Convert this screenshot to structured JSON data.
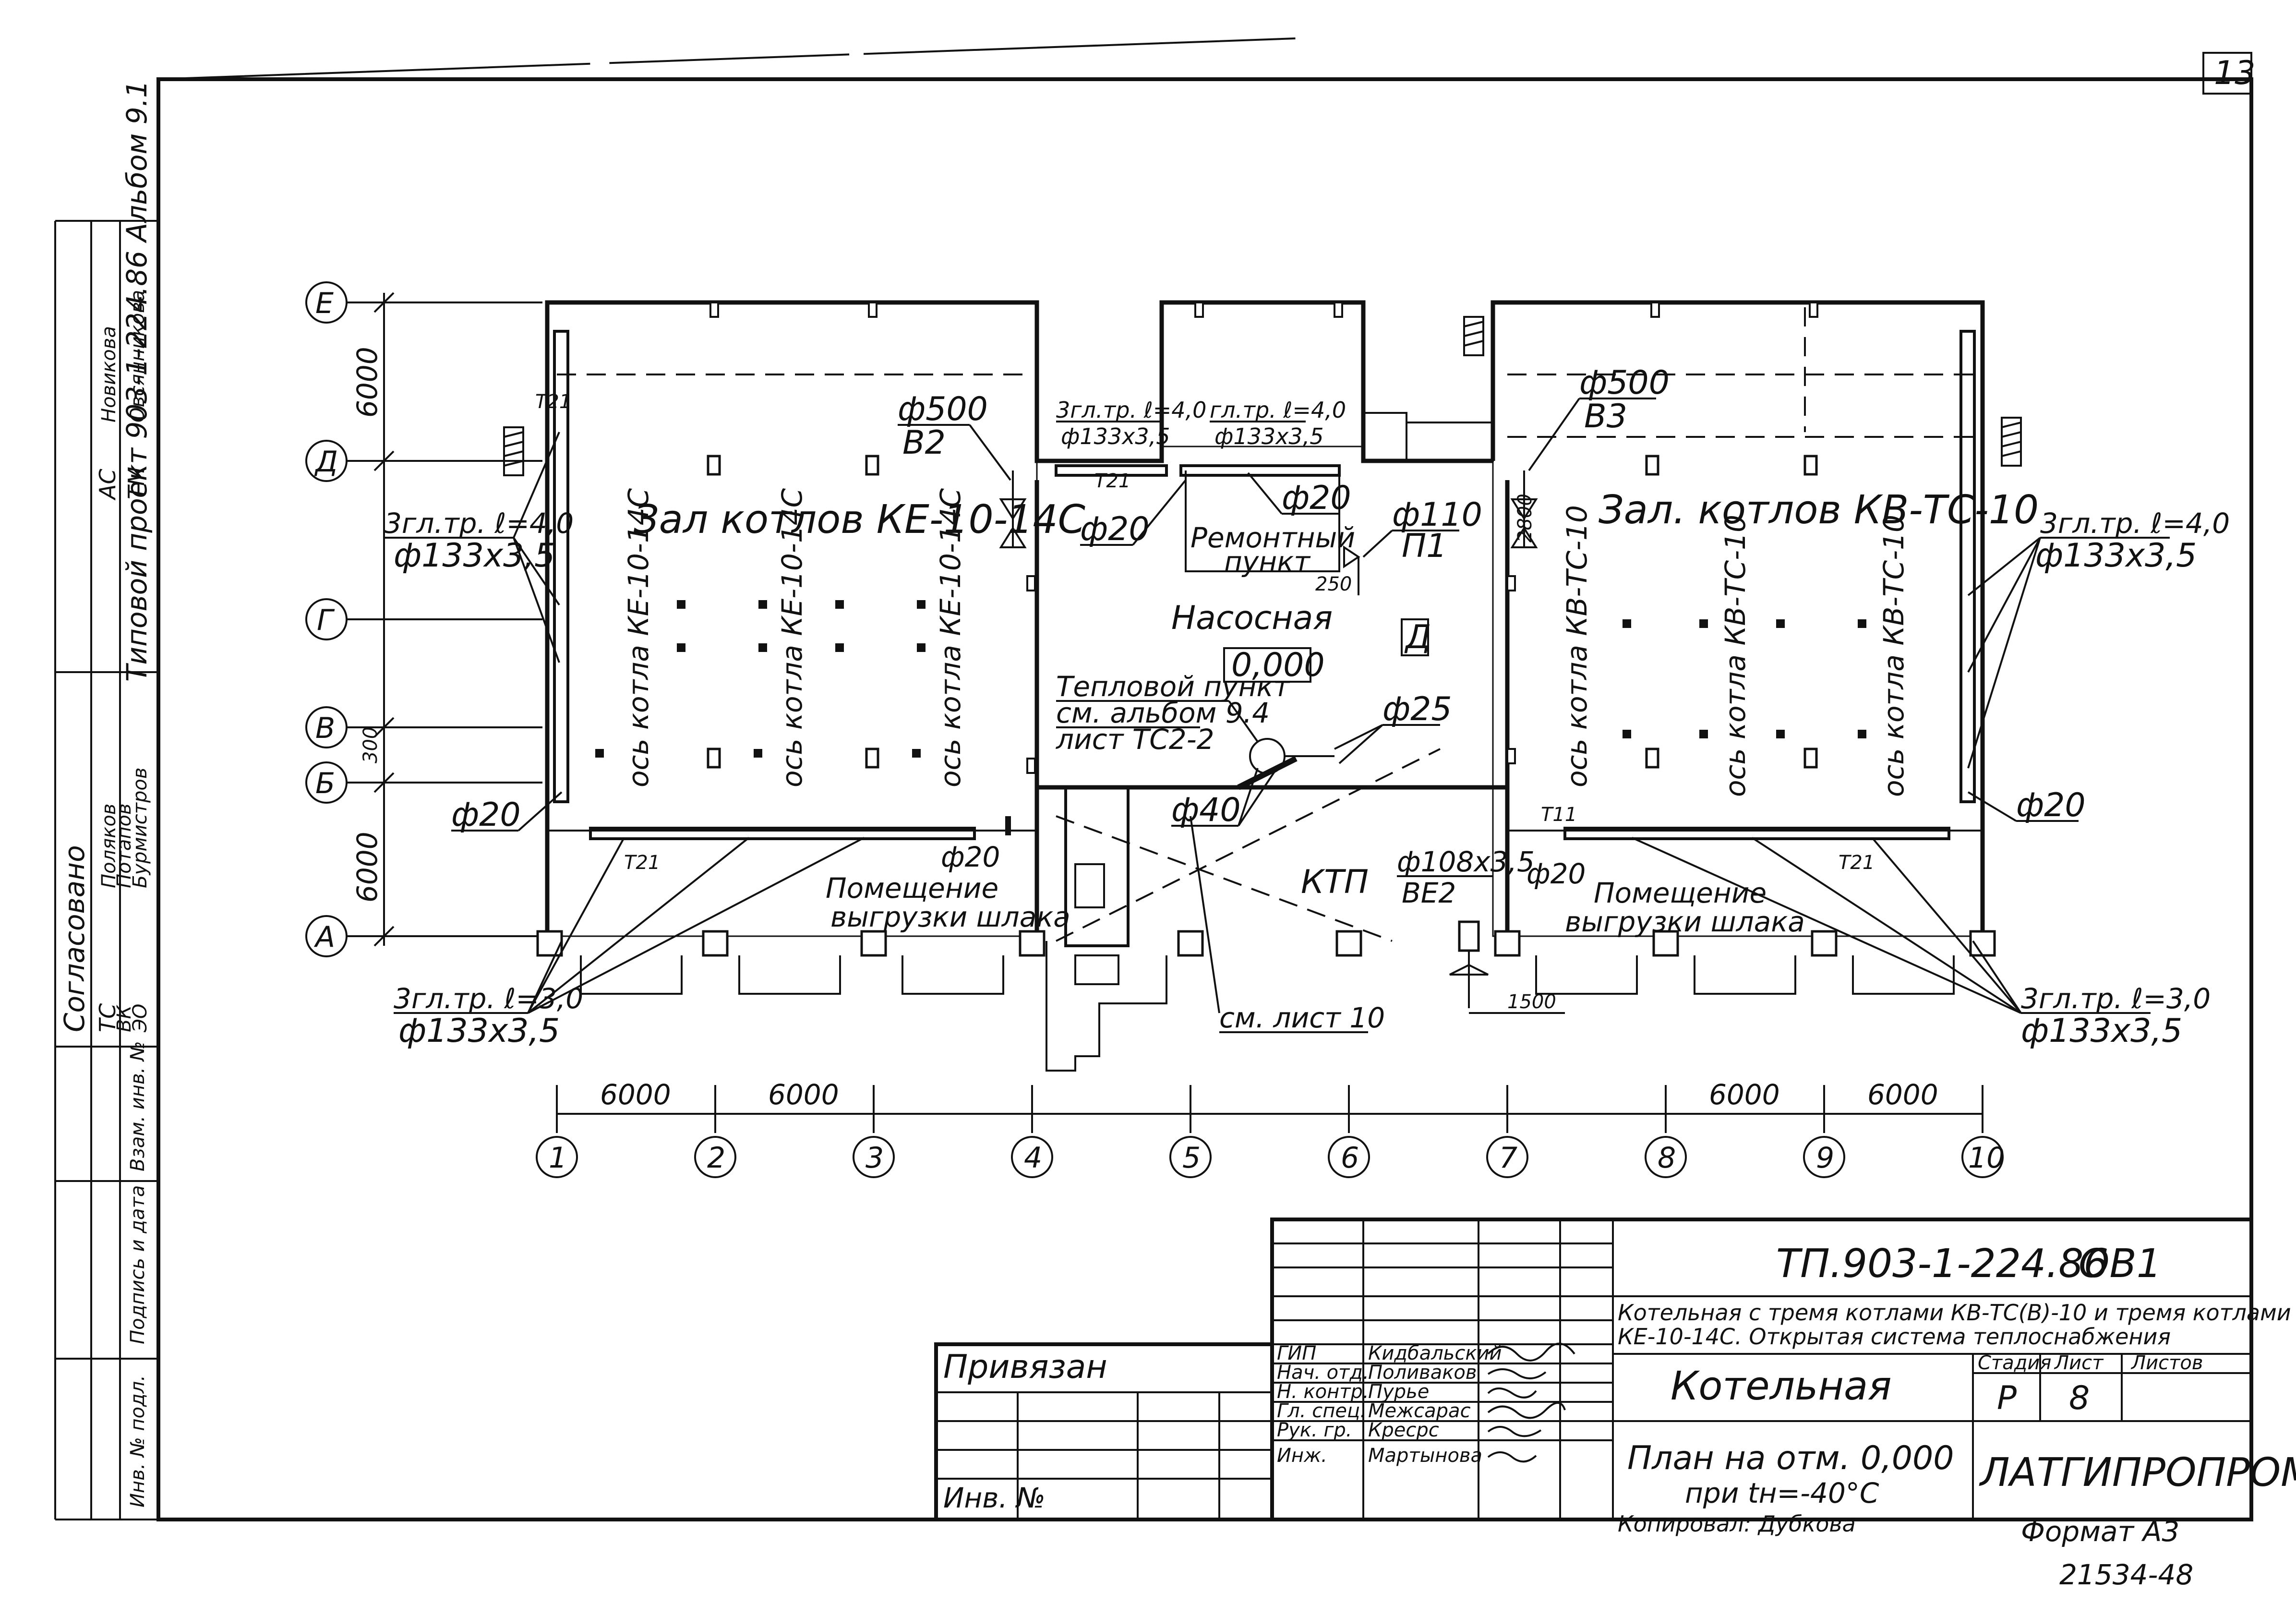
{
  "sheet": {
    "number": "13",
    "side_stamp": "Типовой проект 903-1-224.86 Альбом 9.1",
    "side_agreement": "Согласовано",
    "side_rows": [
      "АС",
      "ТМ",
      "ТС",
      "ВК",
      "ЭО"
    ],
    "side_names": [
      "Новикова",
      "Овсянникова",
      "Поляков",
      "Потапов",
      "Бурмистров"
    ],
    "side_inv": [
      "Инв. № подл.",
      "Подпись и дата",
      "Взам. инв. №"
    ]
  },
  "axes": {
    "rows": [
      "Е",
      "Д",
      "Г",
      "В",
      "Б",
      "А"
    ],
    "cols": [
      "1",
      "2",
      "3",
      "4",
      "5",
      "6",
      "7",
      "8",
      "9",
      "10"
    ],
    "dims_left": [
      "6000",
      "300",
      "6000"
    ],
    "dims_bottom": [
      "6000",
      "6000",
      "6000",
      "6000"
    ]
  },
  "rooms": {
    "left_hall": "Зал котлов КЕ-10-14С",
    "right_hall": "Зал. котлов КВ-ТС-10",
    "pump": "Насосная",
    "repair": [
      "Ремонтный",
      "пункт"
    ],
    "ktp": "КТП",
    "slag_left": [
      "Помещение",
      "выгрузки шлака"
    ],
    "slag_right": [
      "Помещение",
      "выгрузки шлака"
    ],
    "level": "0,000",
    "room_tag": "Д"
  },
  "boiler_axes": {
    "left": [
      "ось котла КЕ-10-14С",
      "ось котла КЕ-10-14С",
      "ось котла КЕ-10-14С"
    ],
    "right": [
      "ось котла КВ-ТС-10",
      "ось котла КВ-ТС-10",
      "ось котла КВ-ТС-10"
    ]
  },
  "annotations": {
    "heat_point": [
      "Тепловой пункт",
      "см. альбом 9.4",
      "лист ТС2-2"
    ],
    "see_sheet": "см. лист 10",
    "v2": [
      "ф500",
      "В2"
    ],
    "v3": [
      "ф500",
      "В3"
    ],
    "p1": [
      "ф110",
      "П1"
    ],
    "ve2": [
      "ф108х3,5",
      "ВЕ2"
    ],
    "f25": "ф25",
    "f40": "ф40",
    "f20": "ф20",
    "t21": "Т21",
    "t11": "Т11",
    "dim_250": "250",
    "dim_2800": "2800",
    "dim_1500": "1500",
    "reg_left_top": [
      "3гл.тр. ℓ=4,0",
      "ф133х3,5"
    ],
    "reg_right_top": [
      "3гл.тр. ℓ=4,0",
      "ф133х3,5"
    ],
    "reg_left_bottom": [
      "3гл.тр. ℓ=3,0",
      "ф133х3,5"
    ],
    "reg_right_bottom": [
      "3гл.тр. ℓ=3,0",
      "ф133х3,5"
    ],
    "reg_top_a": [
      "3гл.тр. ℓ=4,0",
      "ф133х3,5"
    ],
    "reg_top_b": [
      "гл.тр. ℓ=4,0",
      "ф133х3,5"
    ]
  },
  "title_block": {
    "code": "ТП.903-1-224.86",
    "mark": "ОВ1",
    "description": [
      "Котельная с тремя котлами КВ-ТС(В)-10 и тремя котлами",
      "КЕ-10-14С. Открытая система теплоснабжения"
    ],
    "building": "Котельная",
    "stage_headers": [
      "Стадия",
      "Лист",
      "Листов"
    ],
    "stage_values": [
      "Р",
      "8",
      ""
    ],
    "drawing": [
      "План на отм. 0,000",
      "при tн=-40°С"
    ],
    "org": "ЛАТГИПРОПРОМ",
    "tied": "Привязан",
    "inv": "Инв. №",
    "roles": [
      "ГИП",
      "Нач. отд.",
      "Н. контр.",
      "Гл. спец.",
      "Рук. гр.",
      "Инж."
    ],
    "people": [
      "Кидбальский",
      "Поливаков",
      "Пурье",
      "Межсарас",
      "Кресрс",
      "Мартынова"
    ],
    "copied": "Копировал: Дубкова",
    "format": "Формат А3",
    "order": "21534-48"
  }
}
